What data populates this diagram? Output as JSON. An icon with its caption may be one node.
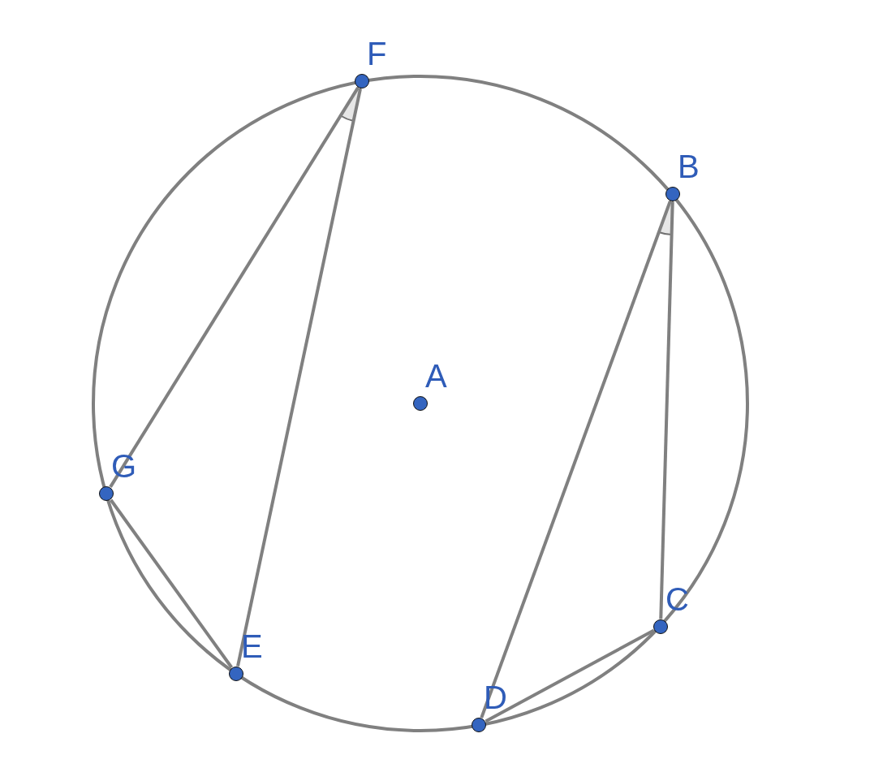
{
  "diagram": {
    "nodes": [
      {
        "text": [
          "F"
        ]
      },
      {
        "text": [
          "B"
        ]
      },
      {
        "text": [
          "A"
        ]
      },
      {
        "text": [
          "G"
        ]
      },
      {
        "text": [
          "C"
        ]
      },
      {
        "text": [
          "E"
        ]
      },
      {
        "text": [
          "D"
        ]
      }
    ],
    "edges": [
      {
        "from": 0,
        "to": 3,
        "arrow": "none"
      },
      {
        "from": 0,
        "to": 5,
        "arrow": "none"
      },
      {
        "from": 3,
        "to": 5,
        "arrow": "none"
      },
      {
        "from": 1,
        "to": 6,
        "arrow": "none"
      },
      {
        "from": 1,
        "to": 4,
        "arrow": "none"
      },
      {
        "from": 6,
        "to": 4,
        "arrow": "none"
      }
    ]
  }
}
